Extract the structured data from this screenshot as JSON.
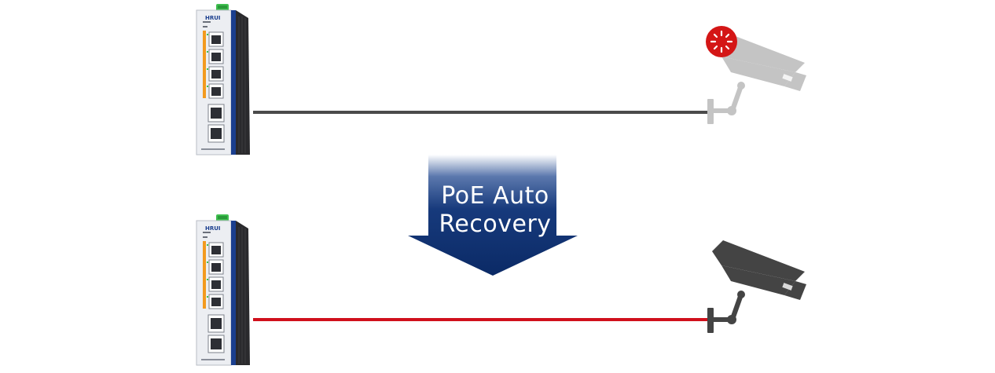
{
  "brand_label": "HRUI",
  "arrow": {
    "line1": "PoE Auto",
    "line2": "Recovery"
  },
  "colors": {
    "top_cable": "#4a4a4a",
    "bottom_cable": "#d0101c",
    "arrow_dark": "#0b2a66",
    "alert_red": "#d41616",
    "camera_faded": "#c4c4c4",
    "camera_active": "#444444",
    "port_orange": "#f39a1e",
    "switch_body": "#eceef2",
    "switch_panel_blue": "#1b3f8f"
  },
  "icons": {
    "alert": "red-alert-light-icon",
    "camera_offline": "cctv-camera-icon",
    "camera_online": "cctv-camera-icon",
    "switch": "poe-switch-icon"
  }
}
